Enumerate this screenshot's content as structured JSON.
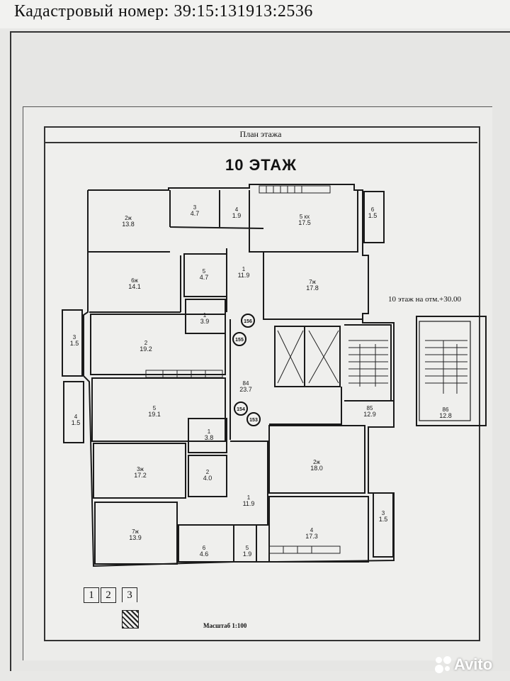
{
  "header": {
    "cadastral_line": "Кадастровый номер: 39:15:131913:2536"
  },
  "plan": {
    "title": "План этажа",
    "floor_title": "10 ЭТАЖ",
    "elevation_note": "10 этаж на отм.+30.00",
    "scale_note": "Масштаб 1:100",
    "sheet_tabs": [
      "1",
      "2",
      "3"
    ],
    "markers": [
      "156",
      "155",
      "154",
      "153"
    ]
  },
  "rooms": [
    {
      "id": "r1",
      "label": "2ж",
      "area": "13.8"
    },
    {
      "id": "r2",
      "label": "3",
      "area": "4.7"
    },
    {
      "id": "r3",
      "label": "4",
      "area": "1.9"
    },
    {
      "id": "r4",
      "label": "5 кх",
      "area": "17.5"
    },
    {
      "id": "r5",
      "label": "6",
      "area": "1.5"
    },
    {
      "id": "r6",
      "label": "6ж",
      "area": "14.1"
    },
    {
      "id": "r7",
      "label": "5",
      "area": "4.7"
    },
    {
      "id": "r8",
      "label": "1",
      "area": "11.9"
    },
    {
      "id": "r9",
      "label": "7ж",
      "area": "17.8"
    },
    {
      "id": "r10",
      "label": "1",
      "area": "3.9"
    },
    {
      "id": "r11",
      "label": "3",
      "area": "1.5"
    },
    {
      "id": "r12",
      "label": "2",
      "area": "19.2"
    },
    {
      "id": "r13",
      "label": "5",
      "area": "19.1"
    },
    {
      "id": "r14",
      "label": "4",
      "area": "1.5"
    },
    {
      "id": "r15",
      "label": "1",
      "area": "3.8"
    },
    {
      "id": "r16",
      "label": "84",
      "area": "23.7"
    },
    {
      "id": "r17",
      "label": "85",
      "area": "12.9"
    },
    {
      "id": "r18",
      "label": "86",
      "area": "12.8"
    },
    {
      "id": "r19",
      "label": "3ж",
      "area": "17.2"
    },
    {
      "id": "r20",
      "label": "2",
      "area": "4.0"
    },
    {
      "id": "r21",
      "label": "2ж",
      "area": "18.0"
    },
    {
      "id": "r22",
      "label": "1",
      "area": "11.9"
    },
    {
      "id": "r23",
      "label": "7ж",
      "area": "13.9"
    },
    {
      "id": "r24",
      "label": "6",
      "area": "4.6"
    },
    {
      "id": "r25",
      "label": "5",
      "area": "1.9"
    },
    {
      "id": "r26",
      "label": "4",
      "area": "17.3"
    },
    {
      "id": "r27",
      "label": "3",
      "area": "1.5"
    }
  ],
  "watermark": {
    "text": "Avito"
  }
}
